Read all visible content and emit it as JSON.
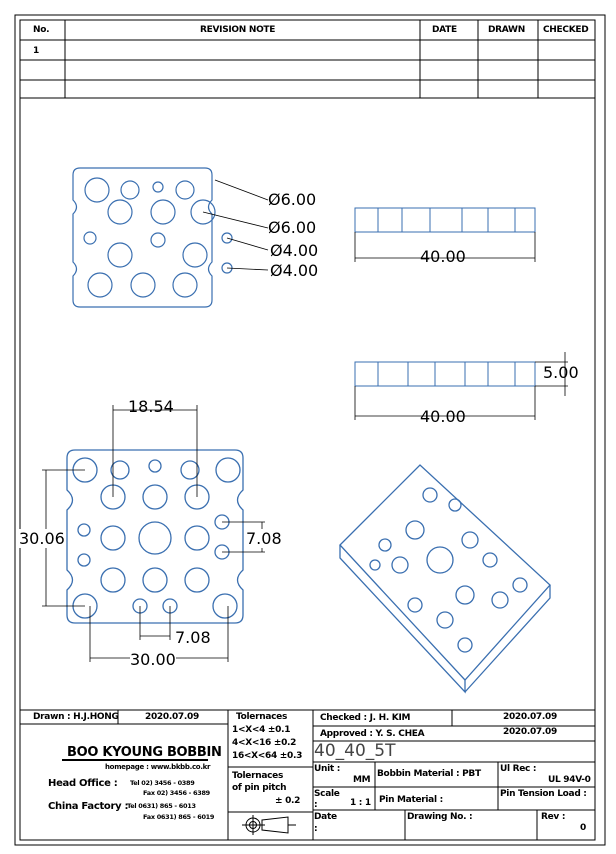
{
  "revision_table": {
    "headers": [
      "No.",
      "REVISION  NOTE",
      "DATE",
      "DRAWN",
      "CHECKED"
    ],
    "rows": [
      [
        "1",
        "",
        "",
        "",
        ""
      ]
    ]
  },
  "dimensions": {
    "top_d1": "Ø6.00",
    "top_d2": "Ø6.00",
    "top_d3": "Ø4.00",
    "top_d4": "Ø4.00",
    "side_w1": "40.00",
    "side_w2": "40.00",
    "side_h": "5.00",
    "bot_pitch_top": "18.54",
    "bot_height": "30.06",
    "bot_pitch_right": "7.08",
    "bot_pitch_bottom": "7.08",
    "bot_width": "30.00"
  },
  "title_block": {
    "drawn": "Drawn : H.J.HONG",
    "drawn_date": "2020.07.09",
    "company": "BOO KYOUNG BOBBIN",
    "homepage": "homepage : www.bkbb.co.kr",
    "head_office": "Head Office   :",
    "head_tel": "Tel   02) 3456 - 0389",
    "head_fax": "Fax   02) 3456 - 6389",
    "china_factory": "China Factory  :",
    "china_tel": "Tel   0631) 865 - 6013",
    "china_fax": "Fax   0631) 865 - 6019",
    "tolerances_title": "Tolernaces",
    "tol1": "1<X<4    ±0.1",
    "tol2": "4<X<16  ±0.2",
    "tol3": "16<X<64 ±0.3",
    "pin_pitch_title1": "Tolernaces",
    "pin_pitch_title2": "of pin pitch",
    "pin_pitch_value": "± 0.2",
    "checked": "Checked :     J. H. KIM",
    "checked_date": "2020.07.09",
    "approved": "Approved :   Y. S. CHEA",
    "approved_date": "2020.07.09",
    "part_name": "40_40_5T",
    "unit_label": "Unit :",
    "unit_value": "MM",
    "bobbin_material": "Bobbin Material : PBT",
    "ul_label": "Ul Rec :",
    "ul_value": "UL 94V-0",
    "scale_label": "Scale",
    "scale_colon": ":",
    "scale_value": "1 : 1",
    "pin_material": "Pin Material :",
    "pin_tension": "Pin Tension Load :",
    "date_label": "Date",
    "date_colon": ":",
    "drawing_no": "Drawing No.  :",
    "rev_label": "Rev :",
    "rev_value": "0"
  },
  "colors": {
    "line": "#000000",
    "part": "#3a6fb0"
  }
}
